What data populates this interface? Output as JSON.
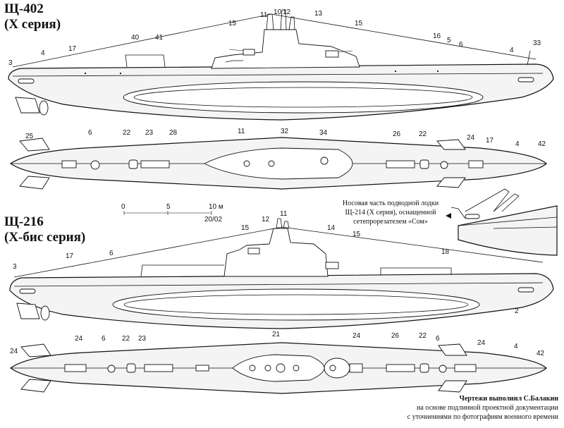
{
  "top_title": {
    "line1": "Щ-402",
    "line2": "(X серия)"
  },
  "bottom_title": {
    "line1": "Щ-216",
    "line2": "(X-бис серия)"
  },
  "inset_caption": "Носовая часть подводной лодки Щ-214 (X серия), оснащенной сетепрорезателем «Сом»",
  "scale_bar": {
    "ticks": [
      "0",
      "5",
      "10 м"
    ],
    "mark": "20/02"
  },
  "credit": {
    "line1": "Чертежи выполнил С.Балакин",
    "line2": "на основе подлинной проектной документации",
    "line3": "с уточнениями по фотографиям военного времени"
  },
  "callouts": {
    "p1_side": [
      "3",
      "4",
      "17",
      "40",
      "41",
      "15",
      "11",
      "10",
      "12",
      "13",
      "15",
      "16",
      "5",
      "6",
      "4",
      "33"
    ],
    "p1_top": [
      "25",
      "6",
      "22",
      "23",
      "28",
      "11",
      "32",
      "34",
      "26",
      "22",
      "24",
      "17",
      "4",
      "42"
    ],
    "p2_side": [
      "3",
      "17",
      "6",
      "15",
      "12",
      "11",
      "14",
      "15",
      "18",
      "2"
    ],
    "p2_top": [
      "24",
      "24",
      "6",
      "22",
      "23",
      "21",
      "24",
      "26",
      "22",
      "6",
      "24",
      "4",
      "42"
    ]
  }
}
